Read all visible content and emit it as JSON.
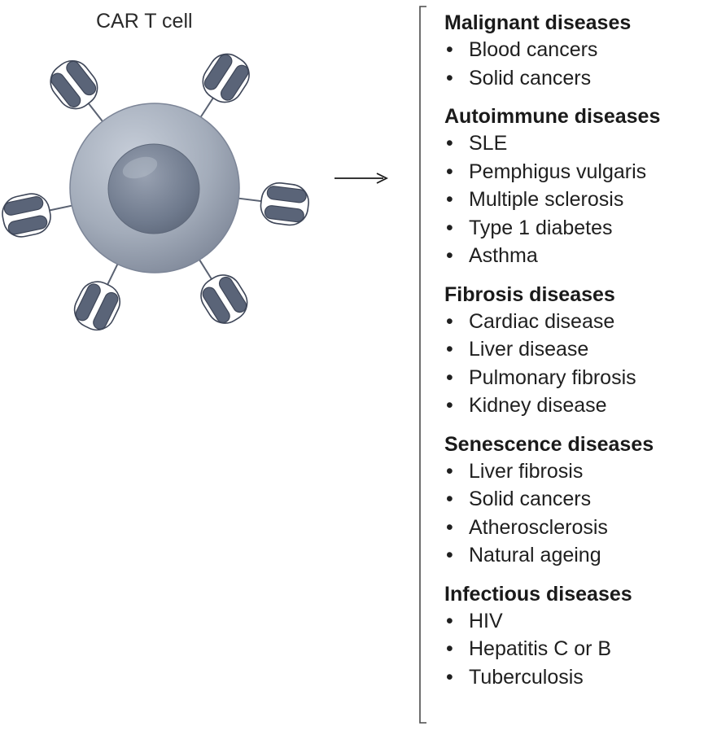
{
  "cell": {
    "label": "CAR T cell",
    "colors": {
      "membrane": "#8d96a6",
      "cytoplasm": "#a9b1bf",
      "nucleus": "#717b8e",
      "receptor": "#5a6478",
      "receptor_outline": "#3e4658"
    }
  },
  "arrow_icon": "right-arrow-icon",
  "groups": [
    {
      "title": "Malignant diseases",
      "items": [
        "Blood cancers",
        "Solid cancers"
      ]
    },
    {
      "title": "Autoimmune diseases",
      "items": [
        "SLE",
        "Pemphigus vulgaris",
        "Multiple sclerosis",
        "Type 1 diabetes",
        "Asthma"
      ]
    },
    {
      "title": "Fibrosis diseases",
      "items": [
        "Cardiac disease",
        "Liver disease",
        "Pulmonary fibrosis",
        "Kidney disease"
      ]
    },
    {
      "title": "Senescence diseases",
      "items": [
        "Liver fibrosis",
        "Solid cancers",
        "Atherosclerosis",
        "Natural ageing"
      ]
    },
    {
      "title": "Infectious diseases",
      "items": [
        "HIV",
        "Hepatitis C or B",
        "Tuberculosis"
      ]
    }
  ]
}
